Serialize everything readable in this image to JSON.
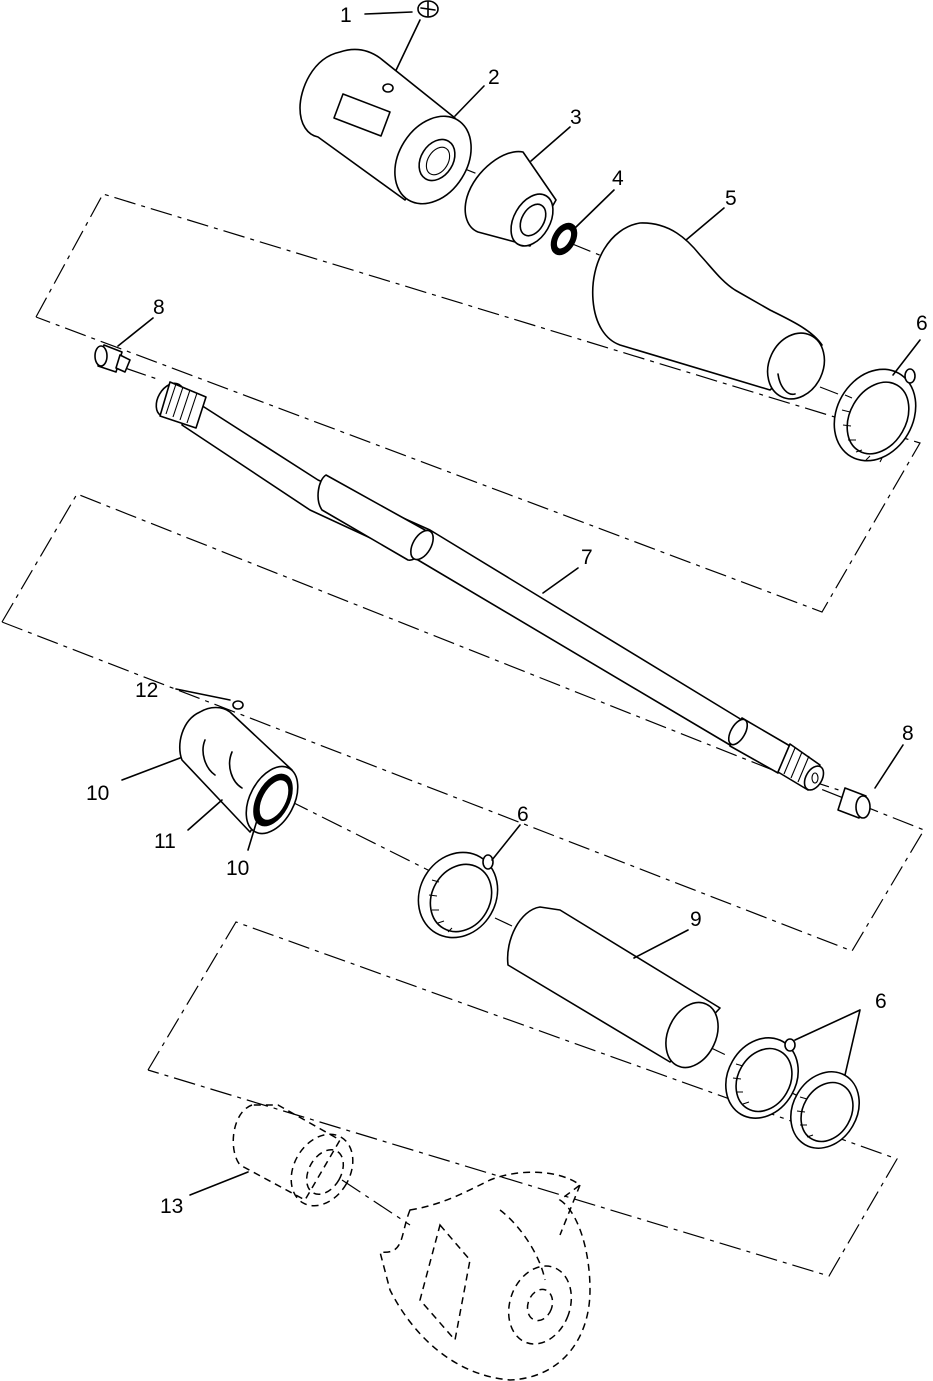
{
  "callouts": {
    "c1": "1",
    "c2": "2",
    "c3": "3",
    "c4": "4",
    "c5": "5",
    "c6a": "6",
    "c8a": "8",
    "c7": "7",
    "c12": "12",
    "c8b": "8",
    "c10a": "10",
    "c11": "11",
    "c10b": "10",
    "c6b": "6",
    "c9": "9",
    "c6c": "6",
    "c13": "13"
  }
}
